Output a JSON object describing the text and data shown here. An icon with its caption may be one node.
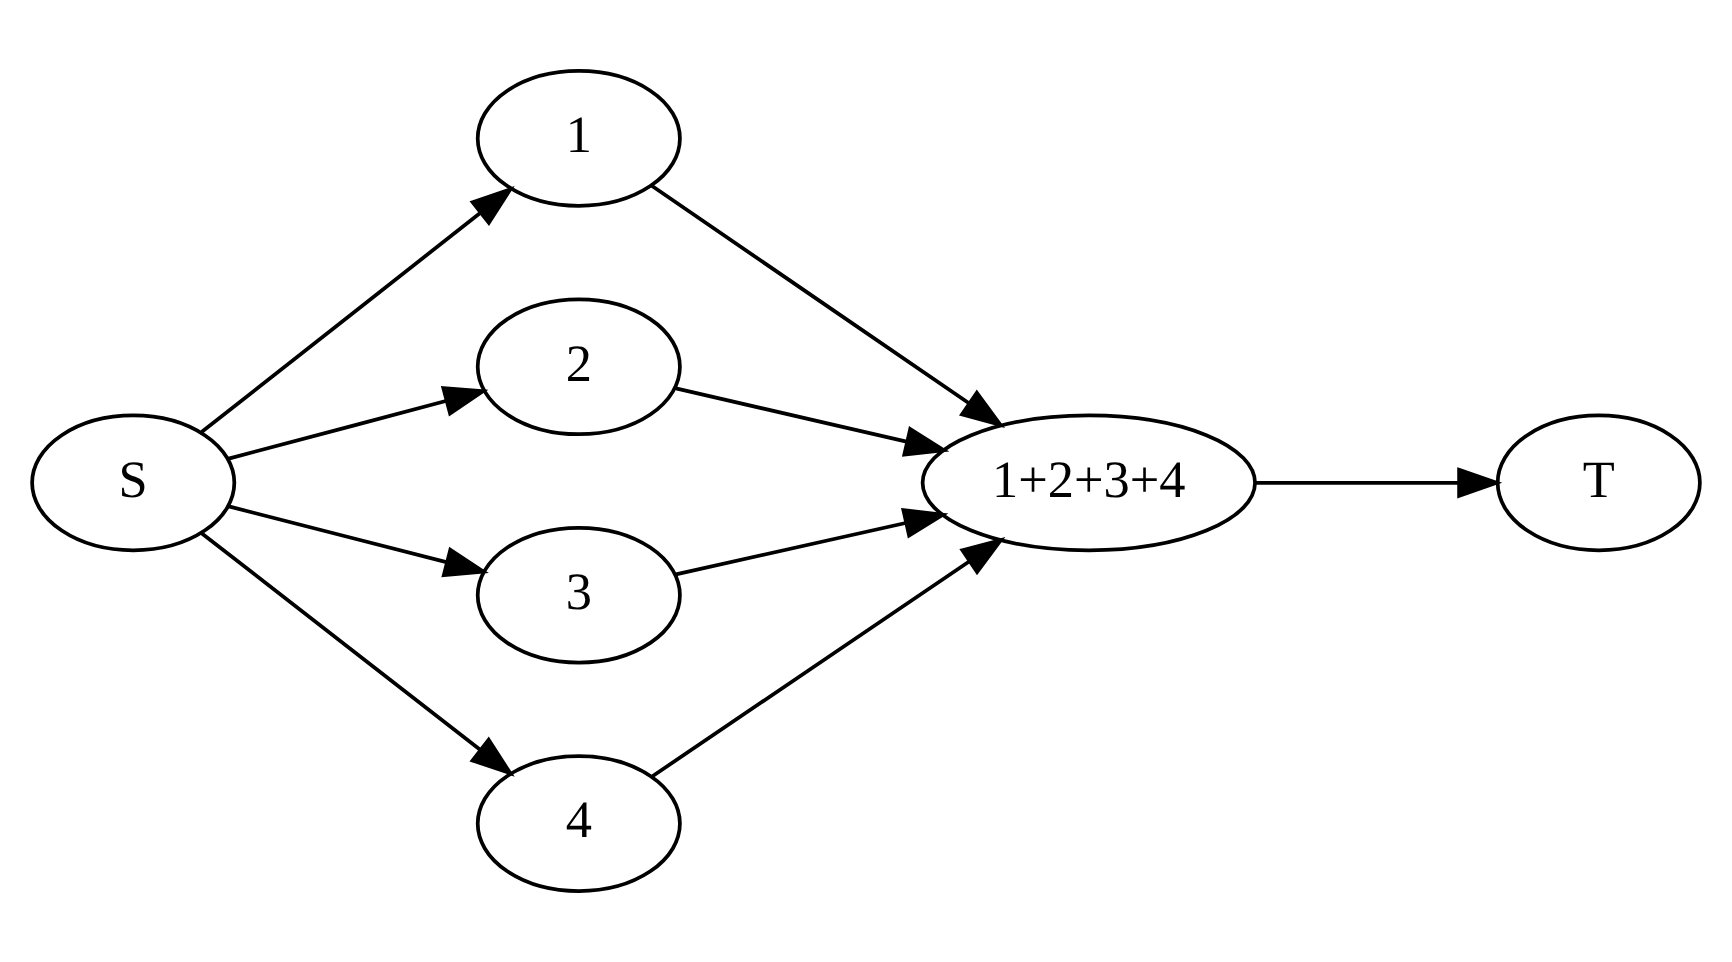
{
  "diagram": {
    "nodes": [
      {
        "text": [
          "S"
        ]
      },
      {
        "text": [
          "1"
        ]
      },
      {
        "text": [
          "2"
        ]
      },
      {
        "text": [
          "3"
        ]
      },
      {
        "text": [
          "4"
        ]
      },
      {
        "text": [
          "1+2+3+4"
        ]
      },
      {
        "text": [
          "T"
        ]
      }
    ],
    "edges": [
      {
        "from": 0,
        "to": 1,
        "arrow": "to"
      },
      {
        "from": 0,
        "to": 2,
        "arrow": "to"
      },
      {
        "from": 0,
        "to": 3,
        "arrow": "to"
      },
      {
        "from": 0,
        "to": 4,
        "arrow": "to"
      },
      {
        "from": 1,
        "to": 5,
        "arrow": "to"
      },
      {
        "from": 2,
        "to": 5,
        "arrow": "to"
      },
      {
        "from": 3,
        "to": 5,
        "arrow": "to"
      },
      {
        "from": 4,
        "to": 5,
        "arrow": "to"
      },
      {
        "from": 5,
        "to": 6,
        "arrow": "to"
      }
    ]
  }
}
